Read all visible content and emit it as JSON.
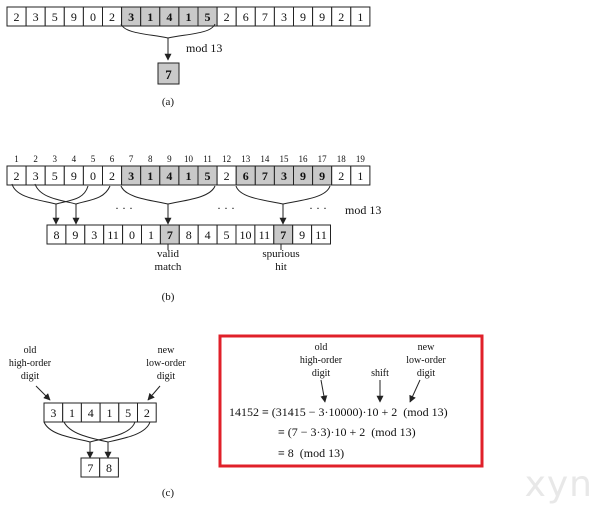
{
  "panel_a": {
    "digits": [
      "2",
      "3",
      "5",
      "9",
      "0",
      "2",
      "3",
      "1",
      "4",
      "1",
      "5",
      "2",
      "6",
      "7",
      "3",
      "9",
      "9",
      "2",
      "1"
    ],
    "highlight": [
      6,
      7,
      8,
      9,
      10
    ],
    "mod_label": "mod 13",
    "result": "7",
    "caption": "(a)"
  },
  "panel_b": {
    "indices": [
      "1",
      "2",
      "3",
      "4",
      "5",
      "6",
      "7",
      "8",
      "9",
      "10",
      "11",
      "12",
      "13",
      "14",
      "15",
      "16",
      "17",
      "18",
      "19"
    ],
    "digits": [
      "2",
      "3",
      "5",
      "9",
      "0",
      "2",
      "3",
      "1",
      "4",
      "1",
      "5",
      "2",
      "6",
      "7",
      "3",
      "9",
      "9",
      "2",
      "1"
    ],
    "highlight_dark": [
      6,
      7,
      8,
      9,
      10
    ],
    "highlight_light": [
      12,
      13,
      14,
      15,
      16
    ],
    "mod_label": "mod 13",
    "remainders": [
      "8",
      "9",
      "3",
      "11",
      "0",
      "1",
      "7",
      "8",
      "4",
      "5",
      "10",
      "11",
      "7",
      "9",
      "11"
    ],
    "remainder_highlight": [
      6,
      12
    ],
    "ellipsis": "· · ·",
    "valid_label_1": "valid",
    "valid_label_2": "match",
    "spurious_label_1": "spurious",
    "spurious_label_2": "hit",
    "caption": "(b)"
  },
  "panel_c": {
    "old_label": [
      "old",
      "high-order",
      "digit"
    ],
    "new_label": [
      "new",
      "low-order",
      "digit"
    ],
    "digits": [
      "3",
      "1",
      "4",
      "1",
      "5",
      "2"
    ],
    "results": [
      "7",
      "8"
    ],
    "caption": "(c)"
  },
  "equation_box": {
    "border_color": "#e0202a",
    "old_label": [
      "old",
      "high-order",
      "digit"
    ],
    "shift_label": "shift",
    "new_label": [
      "new",
      "low-order",
      "digit"
    ],
    "line1": "14152 ≡ (31415 − 3·10000)·10 + 2  (mod 13)",
    "line2": "≡ (7 − 3·3)·10 + 2  (mod 13)",
    "line3": "≡ 8  (mod 13)"
  },
  "watermark": "xyn"
}
